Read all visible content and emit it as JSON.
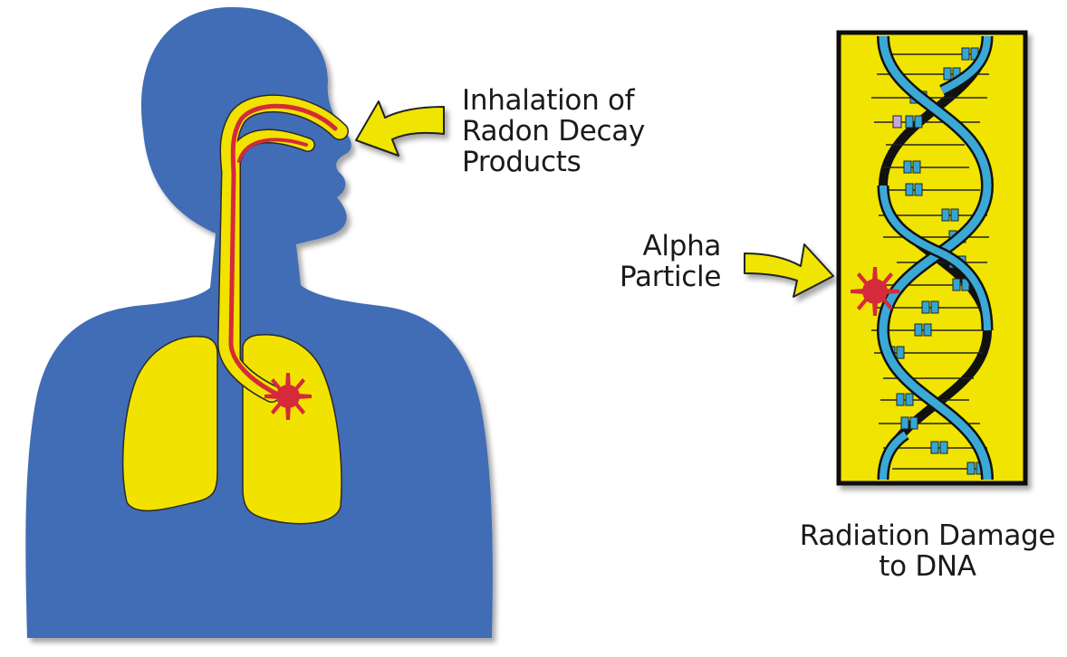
{
  "labels": {
    "inhalation": [
      "Inhalation of",
      "Radon Decay",
      "Products"
    ],
    "alpha": [
      "Alpha",
      "Particle"
    ],
    "dna": [
      "Radiation Damage",
      "to DNA"
    ]
  },
  "colors": {
    "body": "#3f6db5",
    "lung": "#f2e200",
    "airway_outline": "#3a3a3a",
    "radon": "#d42a3a",
    "arrow": "#efe500",
    "dna_panel": "#f0e400",
    "dna_strand": "#3aa9d6",
    "dna_back_strand": "#111111",
    "base_pair": "#35a6d3",
    "base_pair_alt": "#c9a6d8"
  },
  "icons": {
    "damage_marker": "red-starburst-icon",
    "pointer": "curved-arrow-icon"
  }
}
